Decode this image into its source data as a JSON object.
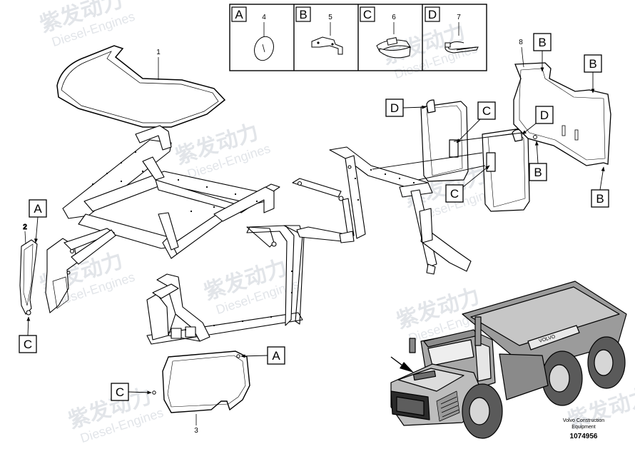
{
  "legend": {
    "cells": [
      {
        "letter": "A",
        "part": "4"
      },
      {
        "letter": "B",
        "part": "5"
      },
      {
        "letter": "C",
        "part": "6"
      },
      {
        "letter": "D",
        "part": "7"
      }
    ]
  },
  "callouts": {
    "p1": "1",
    "p2": "2",
    "p3": "3",
    "p8": "8",
    "l_a_left": "A",
    "l_c_left": "C",
    "l_a_bottom": "A",
    "l_c_bottom": "C",
    "l_d_mid": "D",
    "l_c_mid_top": "C",
    "l_c_mid_bottom": "C",
    "l_b_top": "B",
    "l_b_right_top": "B",
    "l_d_right": "D",
    "l_b_right_mid": "B",
    "l_b_right_bottom": "B"
  },
  "truck": {
    "body_text": "VOLVO"
  },
  "footer": {
    "line1": "Volvo Construction",
    "line2": "Equipment",
    "ref": "1074956"
  },
  "watermark": {
    "main": "紫发动力",
    "sub": "Diesel-Engines"
  }
}
